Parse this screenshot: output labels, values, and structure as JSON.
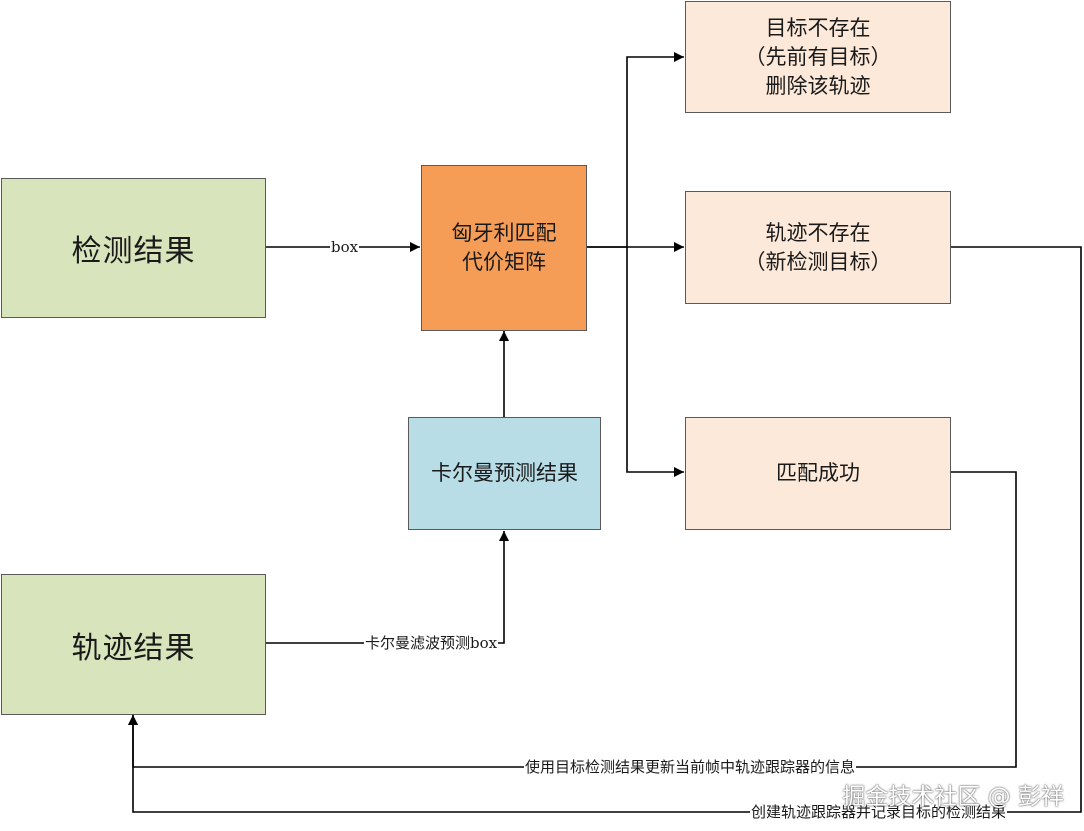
{
  "nodes": {
    "detection": "检测结果",
    "hungarian": "匈牙利匹配\n代价矩阵",
    "kalman_pred": "卡尔曼预测结果",
    "tracks": "轨迹结果",
    "target_missing": "目标不存在\n（先前有目标）\n删除该轨迹",
    "track_missing": "轨迹不存在\n（新检测目标）",
    "matched": "匹配成功"
  },
  "edges": {
    "box": "box",
    "kalman_box": "卡尔曼滤波预测box",
    "update_info": "使用目标检测结果更新当前帧中轨迹跟踪器的信息",
    "create_tracker": "创建轨迹跟踪器并记录目标的检测结果"
  },
  "watermark": "掘金技术社区 @ 彭祥",
  "colors": {
    "green": "#d8e4bc",
    "orange": "#f59d56",
    "blue": "#b9dde7",
    "peach": "#fce9da"
  }
}
